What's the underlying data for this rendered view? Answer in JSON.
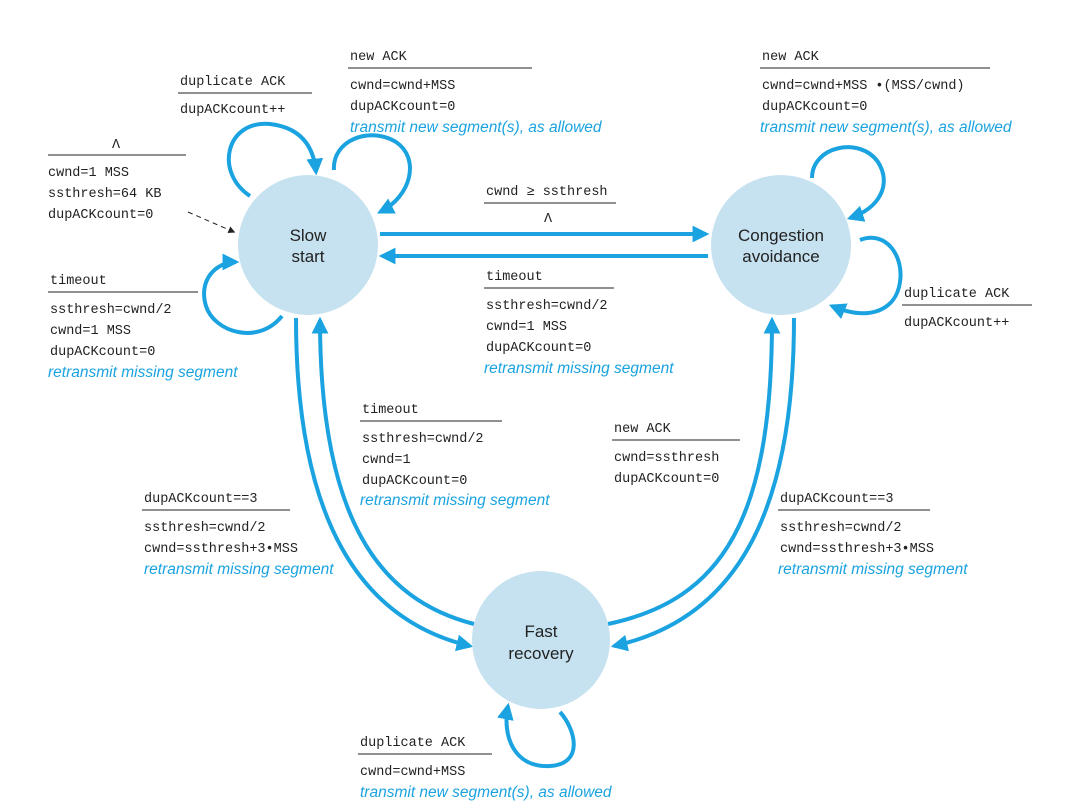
{
  "colors": {
    "state_fill": "#c6e2f0",
    "arrow": "#1aa3e0",
    "action_text": "#1aa3e0",
    "text": "#222222"
  },
  "states": {
    "slow_start": {
      "line1": "Slow",
      "line2": "start"
    },
    "congestion_avoidance": {
      "line1": "Congestion",
      "line2": "avoidance"
    },
    "fast_recovery": {
      "line1": "Fast",
      "line2": "recovery"
    }
  },
  "transitions": {
    "initial": {
      "event": "Λ",
      "lines": [
        "cwnd=1 MSS",
        "ssthresh=64 KB",
        "dupACKcount=0"
      ]
    },
    "ss_dup_ack": {
      "event": "duplicate ACK",
      "lines": [
        "dupACKcount++"
      ]
    },
    "ss_new_ack": {
      "event": "new ACK",
      "lines": [
        "cwnd=cwnd+MSS",
        "dupACKcount=0"
      ],
      "action": "transmit new segment(s), as allowed"
    },
    "ss_timeout": {
      "event": "timeout",
      "lines": [
        "ssthresh=cwnd/2",
        "cwnd=1 MSS",
        "dupACKcount=0"
      ],
      "action": "retransmit missing segment"
    },
    "ss_to_ca": {
      "event": "cwnd ≥ ssthresh",
      "action_symbol": "Λ"
    },
    "ca_timeout": {
      "event": "timeout",
      "lines": [
        "ssthresh=cwnd/2",
        "cwnd=1 MSS",
        "dupACKcount=0"
      ],
      "action": "retransmit missing segment"
    },
    "ca_new_ack": {
      "event": "new ACK",
      "lines": [
        "cwnd=cwnd+MSS •(MSS/cwnd)",
        "dupACKcount=0"
      ],
      "action": "transmit new segment(s), as allowed"
    },
    "ca_dup_ack": {
      "event": "duplicate ACK",
      "lines": [
        "dupACKcount++"
      ]
    },
    "fr_timeout": {
      "event": "timeout",
      "lines": [
        "ssthresh=cwnd/2",
        "cwnd=1",
        "dupACKcount=0"
      ],
      "action": "retransmit missing segment"
    },
    "ss_to_fr": {
      "event": "dupACKcount==3",
      "lines": [
        "ssthresh=cwnd/2",
        "cwnd=ssthresh+3•MSS"
      ],
      "action": "retransmit missing segment"
    },
    "fr_new_ack": {
      "event": "new ACK",
      "lines": [
        "cwnd=ssthresh",
        "dupACKcount=0"
      ]
    },
    "ca_to_fr": {
      "event": "dupACKcount==3",
      "lines": [
        "ssthresh=cwnd/2",
        "cwnd=ssthresh+3•MSS"
      ],
      "action": "retransmit missing segment"
    },
    "fr_dup_ack": {
      "event": "duplicate ACK",
      "lines": [
        "cwnd=cwnd+MSS"
      ],
      "action": "transmit new segment(s), as allowed"
    }
  }
}
